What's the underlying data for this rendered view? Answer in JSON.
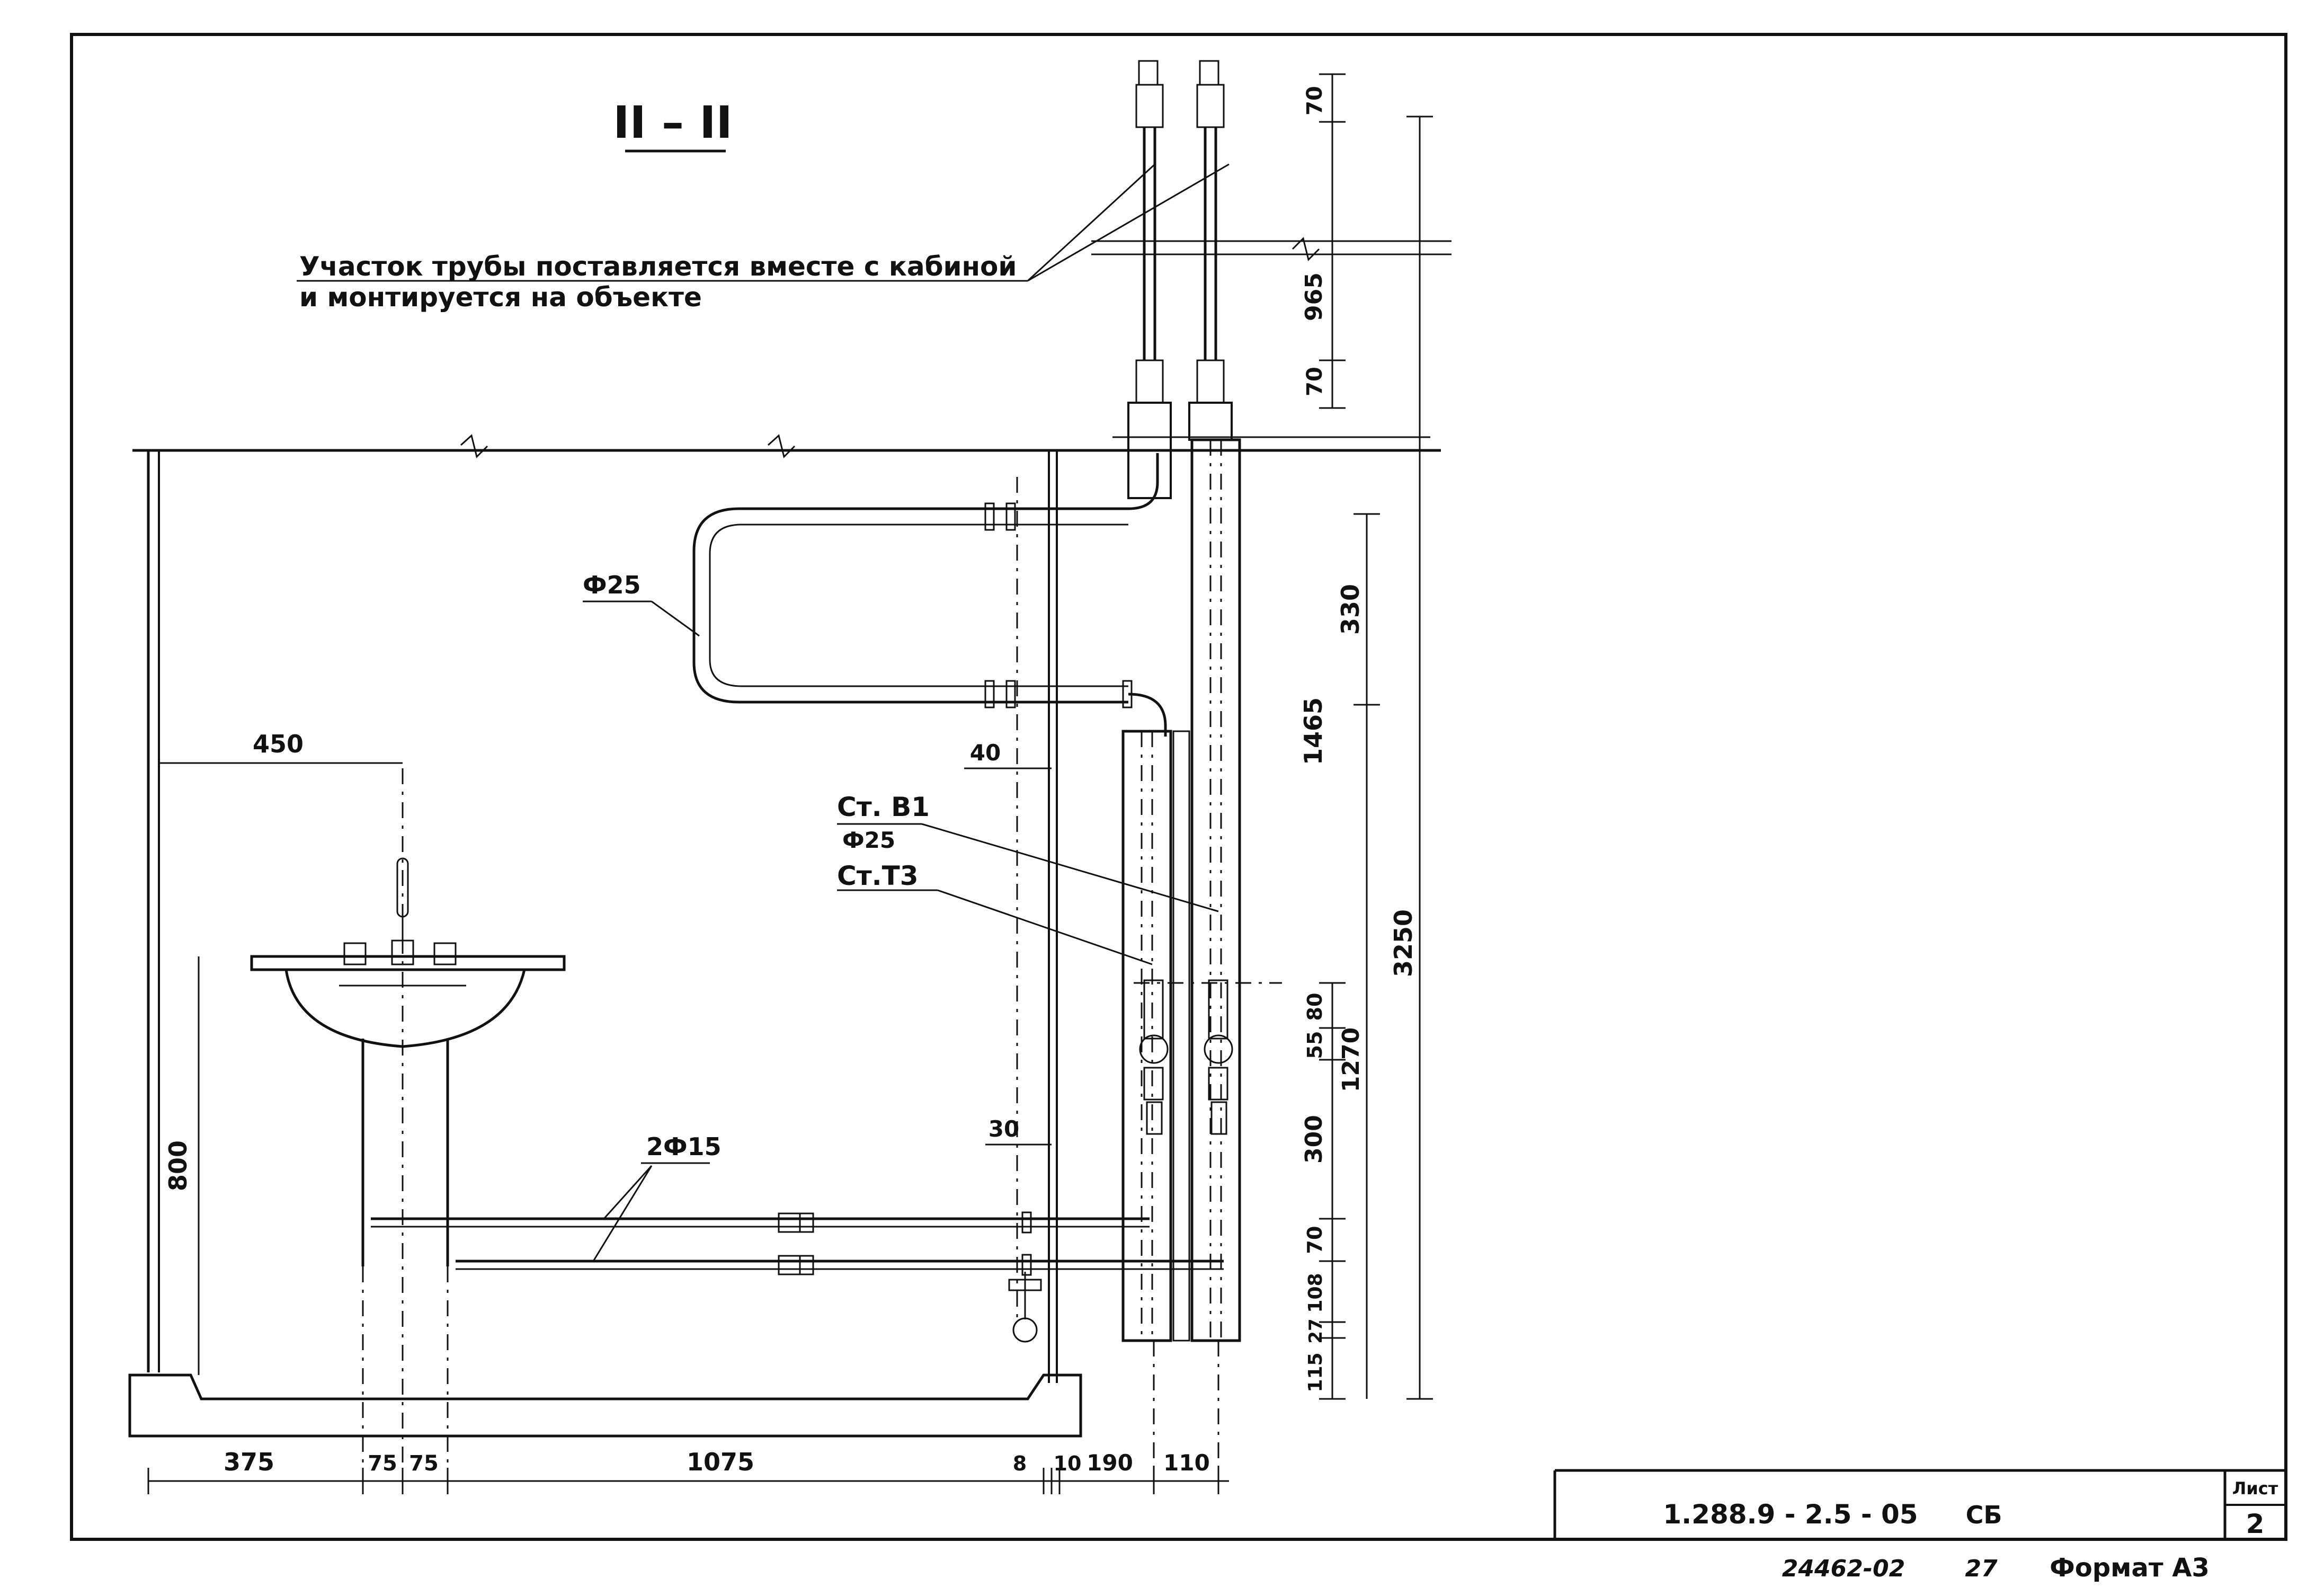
{
  "section_title": "II – II",
  "note": {
    "line1": "Участок трубы поставляется вместе с кабиной",
    "line2": "и монтируется на объекте"
  },
  "labels": {
    "pipe_d25": "Ф25",
    "riser_b1": "Ст. В1",
    "riser_b1_diameter": "Ф25",
    "riser_t3": "Ст.Т3",
    "pipes_2d15": "2Ф15"
  },
  "dimensions": {
    "right_small": [
      "70",
      "965",
      "70"
    ],
    "right_main": [
      "1465",
      "330",
      "3250"
    ],
    "right_lower": [
      "80",
      "55",
      "1270",
      "300",
      "70",
      "108",
      "27",
      "115"
    ],
    "bottom": [
      "375",
      "75",
      "75",
      "1075",
      "8",
      "10",
      "190",
      "110"
    ],
    "sink_width": "450",
    "sink_height": "800",
    "offset_40": "40",
    "offset_30": "30"
  },
  "title_block": {
    "code": "1.288.9 - 2.5 - 05",
    "suffix": "СБ",
    "sheet_label": "Лист",
    "sheet_number": "2",
    "footer_number": "24462-02",
    "footer_page": "27",
    "format": "Формат А3"
  }
}
